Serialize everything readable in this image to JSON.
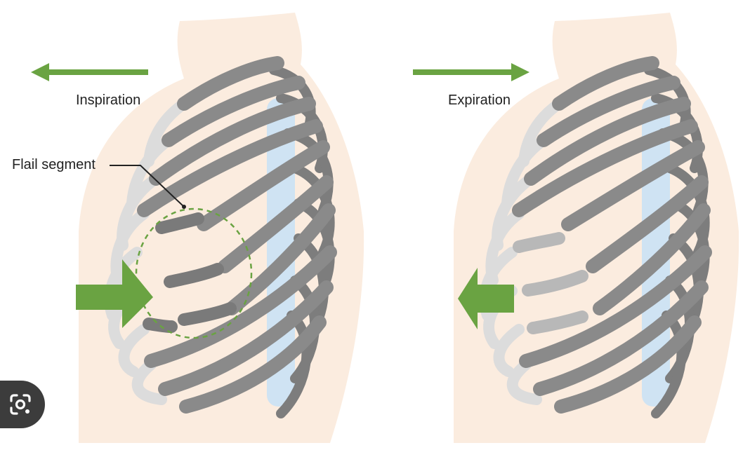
{
  "figure": {
    "panels": [
      {
        "id": "inspiration",
        "label": "Inspiration",
        "arrow_direction": "left"
      },
      {
        "id": "expiration",
        "label": "Expiration",
        "arrow_direction": "right"
      }
    ],
    "annotation": {
      "label": "Flail segment"
    }
  },
  "colors": {
    "skin": "#fbecdf",
    "rib": "#8a8a8a",
    "rib_dark": "#6f6f6f",
    "cartilage": "#dcdcdc",
    "flail_expiration": "#b8b8b8",
    "arrow": "#6aa342",
    "spine_highlight": "#cfe3f3",
    "leader_line": "#222222"
  },
  "overlay": {
    "icon": "google-lens-icon"
  }
}
